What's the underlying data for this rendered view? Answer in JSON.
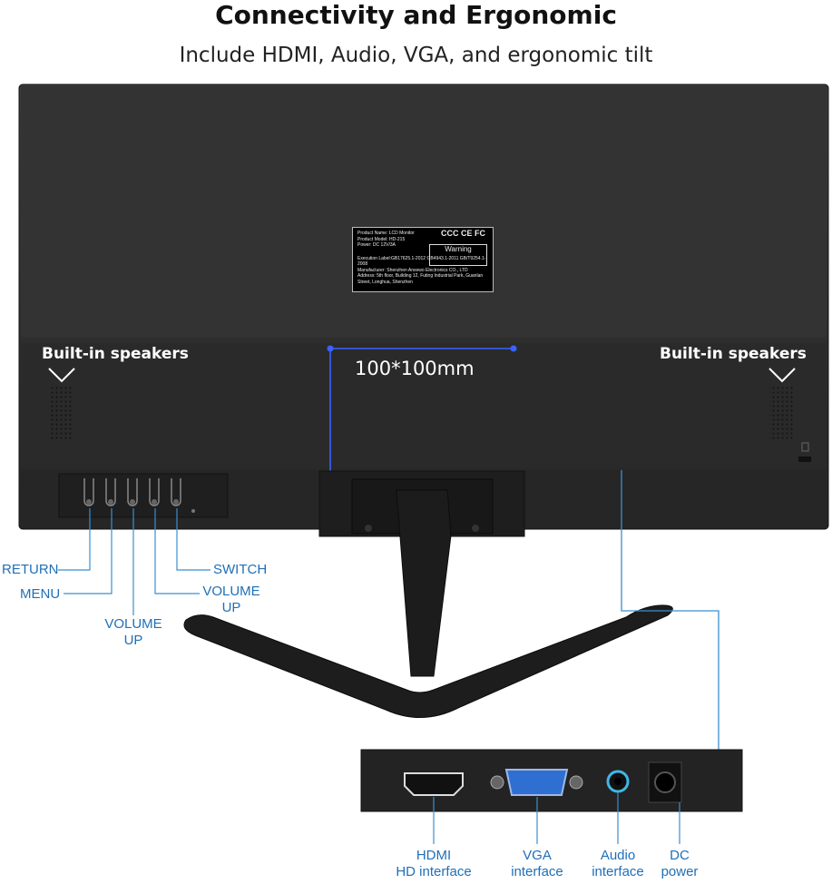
{
  "header": {
    "title": "Connectivity and Ergonomic",
    "subtitle": "Include HDMI, Audio, VGA, and ergonomic tilt"
  },
  "speakers": {
    "left_label": "Built-in speakers",
    "right_label": "Built-in speakers"
  },
  "vesa": {
    "label": "100*100mm"
  },
  "sticker": {
    "line1": "Product Name: LCD Monitor",
    "line2": "Product Model: HD-215",
    "line3": "Power: DC 12V/3A",
    "line4": "Execution Label:GB17625.1-2012  GB4943.1-2011  GB/T9254.1-2008",
    "line5": "Manufacturer: Shenzhen Anxewo Electronics CO., LTD",
    "line6": "Address: 5th floor, Building 12, Futing Industrial Park, Guanlan Street, Longhua, Shenzhen",
    "warning": "Warning",
    "marks": "CCC CE FC"
  },
  "buttons": {
    "return": "RETURN",
    "menu": "MENU",
    "volume_up_1": "VOLUME",
    "volume_up_1b": "UP",
    "volume_up_2": "VOLUME",
    "volume_up_2b": "UP",
    "switch": "SWITCH"
  },
  "ports": {
    "hdmi_1": "HDMI",
    "hdmi_2": "HD interface",
    "vga_1": "VGA",
    "vga_2": "interface",
    "audio_1": "Audio",
    "audio_2": "interface",
    "dc_1": "DC",
    "dc_2": "power"
  },
  "colors": {
    "monitor_body": "#2b2b2b",
    "label_blue": "#1f6fb8",
    "vga_blue": "#2e6fd1",
    "audio_ring": "#3fb7e6"
  }
}
